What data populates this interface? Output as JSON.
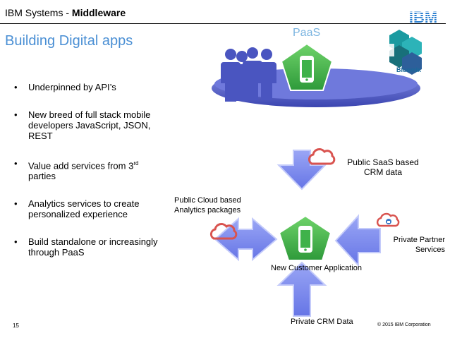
{
  "header": {
    "prefix": "IBM Systems - ",
    "bold": "Middleware",
    "logo_text": "IBM"
  },
  "title": "Building Digital apps",
  "paas_label": "PaaS",
  "bluemix_label": "Bluemix",
  "bullets": [
    {
      "text": "Underpinned by API’s"
    },
    {
      "text": "New breed of full stack mobile developers JavaScript, JSON, REST"
    },
    {
      "text": "Value add services from 3",
      "sup": "rd",
      "tail": " parties"
    },
    {
      "text": "Analytics services to create personalized experience"
    },
    {
      "text": "Build standalone or increasingly through PaaS"
    }
  ],
  "diagram": {
    "public_saas": "Public SaaS based CRM data",
    "public_cloud": "Public Cloud based Analytics packages",
    "private_partner": "Private Partner Services",
    "new_customer": "New Customer Application",
    "private_crm": "Private CRM Data"
  },
  "footer": {
    "page_number": "15",
    "copyright": "© 2015 IBM Corporation"
  },
  "colors": {
    "title": "#4a8fd4",
    "arrow": "#7b8cf0",
    "pentagon": "#3fb24a",
    "cloud": "#d9534f",
    "platform": "#5560c8",
    "people": "#4a55c0"
  }
}
